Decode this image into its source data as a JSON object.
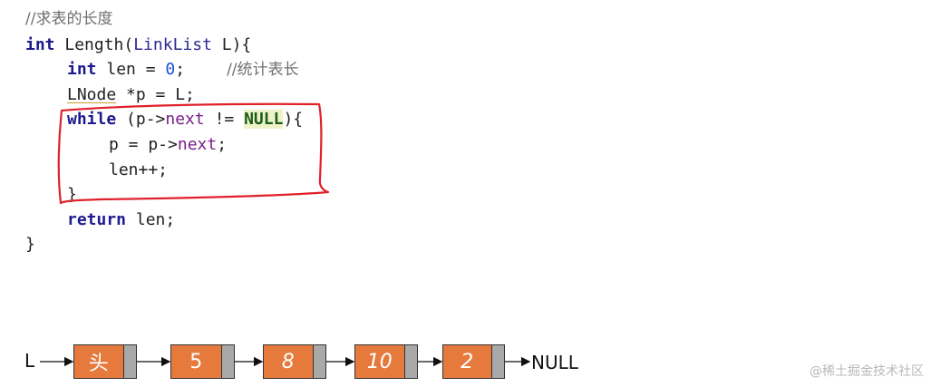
{
  "code": {
    "comment_title": "//求表的长度",
    "sig": {
      "type": "int",
      "name": " Length(",
      "param_type": "LinkList",
      "rest": " L){"
    },
    "len_decl": {
      "type": "int",
      "rest": " len = ",
      "num": "0",
      "semi": ";",
      "comment": "//统计表长"
    },
    "p_decl": {
      "type": "LNode",
      "rest": " *p = L;"
    },
    "while_line": {
      "kw": "while",
      "a": " (p->",
      "next": "next",
      "b": " != ",
      "null": "NULL",
      "c": "){"
    },
    "assign_line": {
      "a": "p = p->",
      "next": "next",
      "b": ";"
    },
    "inc_line": "len++;",
    "close_inner": "}",
    "return_line": {
      "kw": "return",
      "rest": " len;"
    },
    "close_outer": "}"
  },
  "linked_list": {
    "head_label": "L",
    "nodes": [
      "头",
      "5",
      "8",
      "10",
      "2"
    ],
    "tail_label": "NULL"
  },
  "annotation_color": "#e0212a",
  "node_color": "#e67a3c",
  "watermark": "@稀土掘金技术社区"
}
